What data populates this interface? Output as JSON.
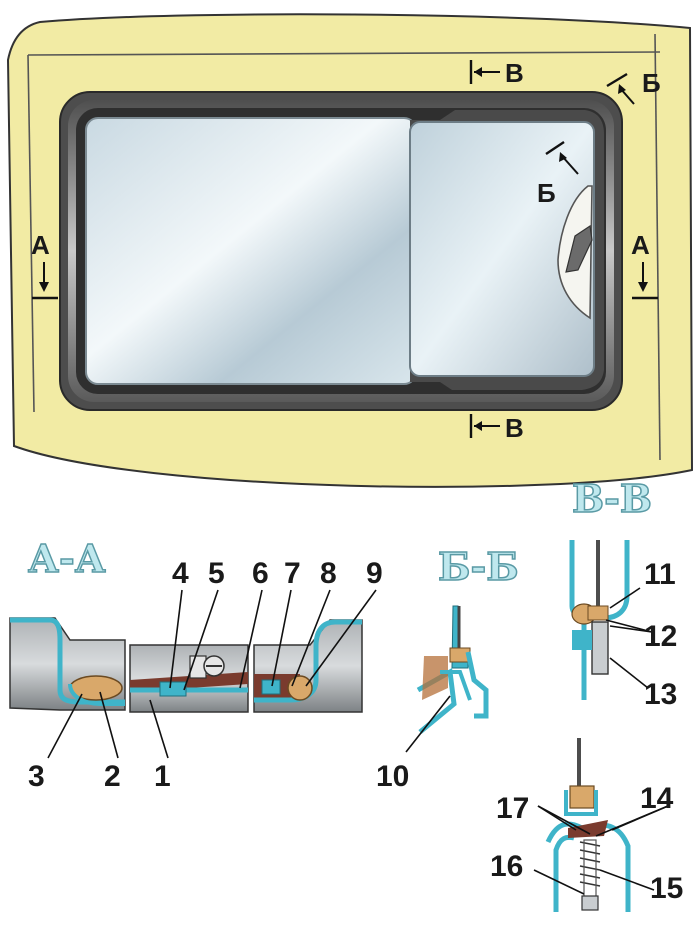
{
  "colors": {
    "panel_fill": "#f2eba4",
    "panel_outline": "#333333",
    "glass_light": "#e8f1f5",
    "glass_mid": "#b9cdd8",
    "frame_metal": "#6f6f6f",
    "seal_blue": "#3fb4c9",
    "seal_tan": "#d9a86a",
    "rubber_brown": "#7a3b2e",
    "section_gray": "#8a8d90",
    "title_fill": "#bfe8ee"
  },
  "window_view": {
    "markers": {
      "a_left": "А",
      "a_right": "А",
      "b_outer": "Б",
      "b_inner": "Б",
      "v_top": "В",
      "v_bottom": "В"
    }
  },
  "sections": {
    "aa": {
      "title": "А-А"
    },
    "bb": {
      "title": "Б-Б"
    },
    "vv": {
      "title": "В-В"
    }
  },
  "callouts": {
    "n1": "1",
    "n2": "2",
    "n3": "3",
    "n4": "4",
    "n5": "5",
    "n6": "6",
    "n7": "7",
    "n8": "8",
    "n9": "9",
    "n10": "10",
    "n11": "11",
    "n12": "12",
    "n13": "13",
    "n14": "14",
    "n15": "15",
    "n16": "16",
    "n17": "17"
  }
}
